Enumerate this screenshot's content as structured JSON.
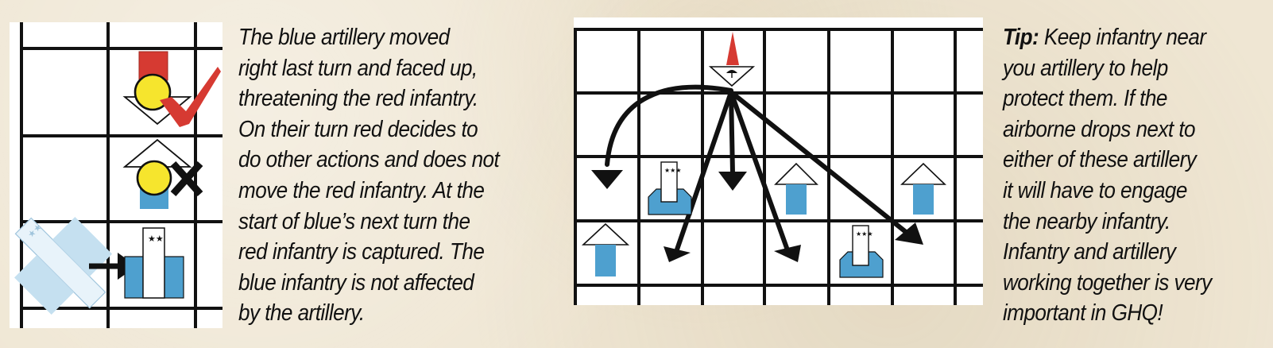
{
  "left_caption": {
    "lines": [
      "The blue artillery moved",
      "right last turn and faced up,",
      "threatening the red infantry.",
      "On their turn red decides to",
      "do other actions and does not",
      "move the red infantry. At the",
      "start of blue’s next turn the",
      "red infantry is captured. The",
      "blue infantry is not affected",
      "by the artillery."
    ]
  },
  "tip_caption": {
    "label": "Tip:",
    "first_line_rest": " Keep infantry near",
    "lines": [
      "you artillery to help",
      "protect them. If the",
      "airborne drops next to",
      "either of these artillery",
      "it will have to engage",
      "the nearby infantry.",
      "Infantry and artillery",
      "working together is very",
      "important in GHQ!"
    ]
  },
  "colors": {
    "blue_unit": "#4ea0cf",
    "light_blue_unit": "#c5e0f0",
    "red_unit": "#d63a32",
    "yellow_marker": "#f6e52d",
    "grid": "#111111",
    "background": "#efe6d3"
  },
  "icons": {
    "check": "check-mark-icon",
    "capture": "x-mark-icon",
    "move": "move-arrow-icon",
    "rank": "star-icon"
  }
}
